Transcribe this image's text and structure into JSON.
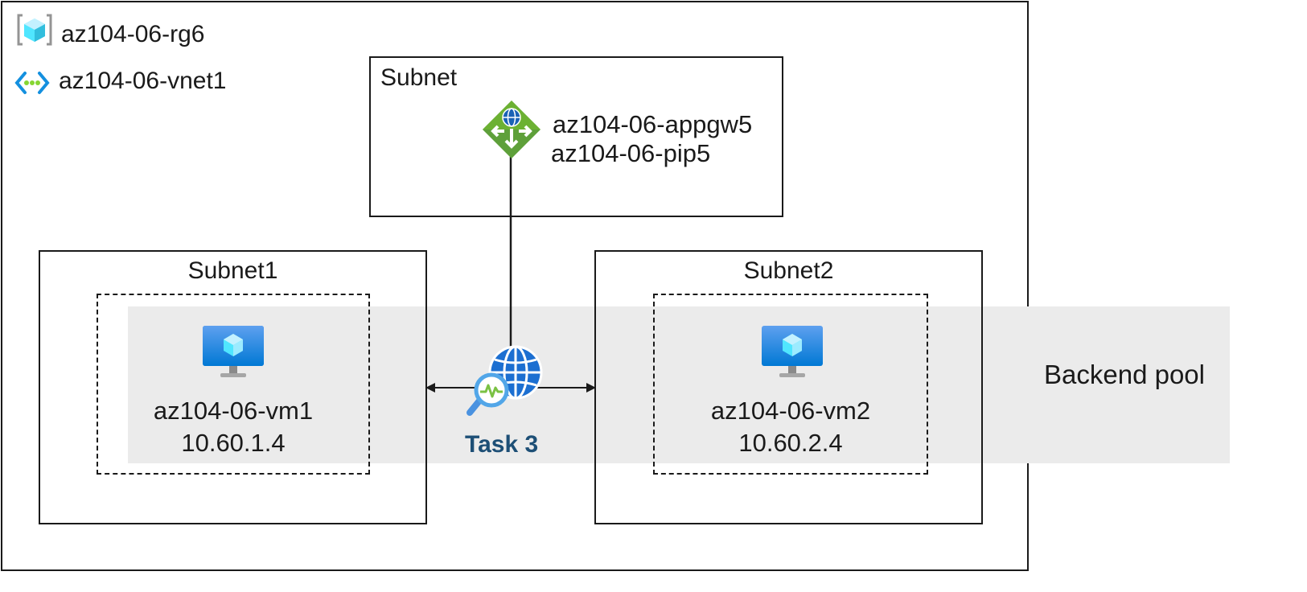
{
  "resource_group": {
    "name": "az104-06-rg6",
    "icon": "resource-group-icon"
  },
  "vnet": {
    "name": "az104-06-vnet1",
    "icon": "virtual-network-icon"
  },
  "gateway_subnet": {
    "label": "Subnet",
    "app_gateway": {
      "name": "az104-06-appgw5",
      "icon": "application-gateway-icon"
    },
    "public_ip": {
      "name": "az104-06-pip5"
    }
  },
  "subnet1": {
    "label": "Subnet1",
    "vm": {
      "name": "az104-06-vm1",
      "ip": "10.60.1.4",
      "icon": "virtual-machine-icon"
    }
  },
  "subnet2": {
    "label": "Subnet2",
    "vm": {
      "name": "az104-06-vm2",
      "ip": "10.60.2.4",
      "icon": "virtual-machine-icon"
    }
  },
  "backend_pool": {
    "label": "Backend pool"
  },
  "task": {
    "label": "Task 3",
    "icon": "network-watcher-icon"
  },
  "colors": {
    "border": "#1a1a1a",
    "pool_band": "#ebebeb",
    "task_text": "#1d4f76",
    "azure_blue": "#0078d4",
    "appgw_green": "#5ea03a"
  }
}
